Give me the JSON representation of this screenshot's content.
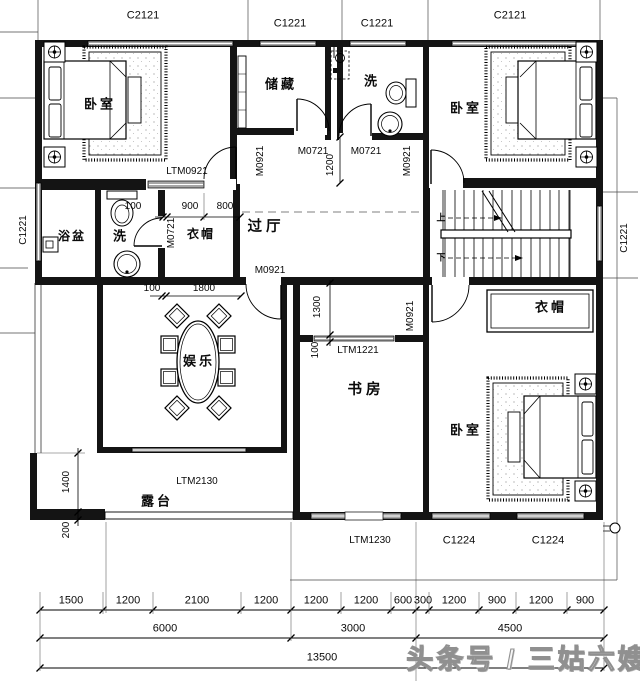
{
  "plan": {
    "rooms": {
      "bedroom1": "卧室",
      "storage": "储藏",
      "wash_top": "洗",
      "bedroom2": "卧室",
      "bath": "浴盆",
      "wash_mid": "洗",
      "cloak_left": "衣帽",
      "hall": "过厅",
      "entertainment": "娱乐",
      "study": "书房",
      "cloak_right": "衣帽",
      "bedroom3": "卧室",
      "terrace": "露台"
    },
    "stairs": {
      "up_label": "上",
      "down_label": "下"
    },
    "openings": {
      "window_top_left": "C2121",
      "window_top_mid_left": "C1221",
      "window_top_mid_right": "C1221",
      "window_top_right": "C2121",
      "window_west": "C1221",
      "window_east": "C1221",
      "door_bedroom1": "LTM0921",
      "door_hall_left": "M0921",
      "door_storage": "M0721",
      "door_wash_top": "M0721",
      "door_hall_right": "M0921",
      "door_cloak_left": "M0721",
      "door_entertainment": "M0921",
      "door_bedroom3": "M0921",
      "door_study": "LTM1221",
      "door_terrace": "LTM2130",
      "window_study_south": "LTM1230",
      "window_south_1": "C1224",
      "window_south_2": "C1224"
    },
    "inner_dims": {
      "shaft_width": "1200",
      "cloak_a": "100",
      "cloak_b": "900",
      "cloak_c": "800",
      "ent_a": "100",
      "ent_b": "1800",
      "hall_height": "1300",
      "study_wall": "100",
      "terrace_height": "1400",
      "terrace_edge": "200"
    },
    "dims": {
      "row1": [
        "1500",
        "1200",
        "2100",
        "1200",
        "1200",
        "1200",
        "600",
        "300",
        "1200",
        "900",
        "1200",
        "900"
      ],
      "row2": [
        "6000",
        "3000",
        "4500"
      ],
      "row3": [
        "13500"
      ]
    },
    "watermark": "头条号 / 三姑六嫂"
  }
}
